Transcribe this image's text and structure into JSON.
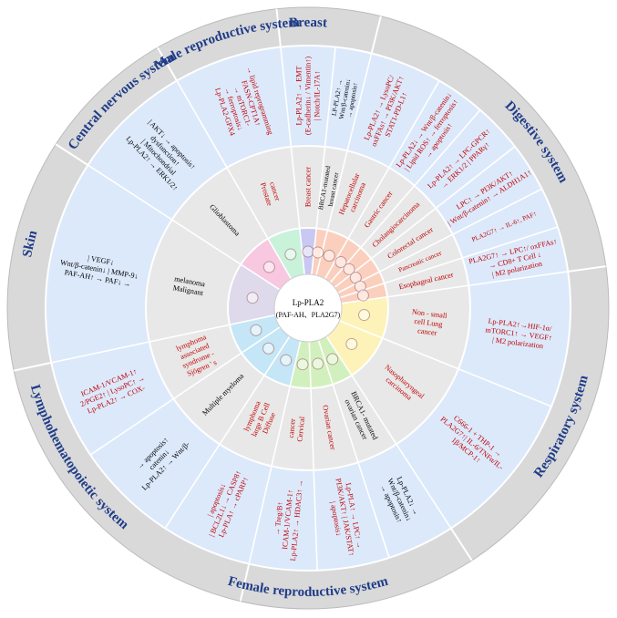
{
  "colors": {
    "outer_ring": "#d9d9d9",
    "mechanism_ring": "#dce9fb",
    "disease_ring": "#e8e8e8",
    "center": "#ffffff",
    "divider": "#ffffff",
    "system_text": "#1f3c88",
    "red_text": "#c00000",
    "black_text": "#000000"
  },
  "center": {
    "line1": "Lp-PLA2",
    "line2": "(PAF-AH、PLA2G7)"
  },
  "systems": [
    {
      "name": "Breast",
      "mid": 0
    },
    {
      "name": "Digestive system",
      "mid": 54
    },
    {
      "name": "Respiratory system",
      "mid": 115
    },
    {
      "name": "Female reproductive system",
      "mid": 180
    },
    {
      "name": "Lymphohematopoietic system",
      "mid": 237
    },
    {
      "name": "Skin",
      "mid": 283
    },
    {
      "name": "Central nervous system",
      "mid": 318
    },
    {
      "name": "Male reproductive system",
      "mid": 343
    }
  ],
  "sectors": [
    {
      "disease": [
        "Breast cancer"
      ],
      "disease_color": "red",
      "mechanism": [
        "Lp-PLA2↑ → EMT",
        "(E-cadherin↓ / Vimentin↑)",
        "| Notch/IL-17A↑"
      ],
      "mech_color": "red",
      "fill": "#c9c8f2",
      "start": 354,
      "end": 6
    },
    {
      "disease": [
        "BRCA1-mutated",
        "breast cancer"
      ],
      "disease_color": "black",
      "mechanism": [
        "LP-PLA2↑ →",
        "Wnt/β-catenin↓",
        "→ apoptosis↑"
      ],
      "mech_color": "black",
      "fill": "#fbcfbd",
      "start": 6,
      "end": 14
    },
    {
      "disease": [
        "Hepatocellular",
        "carcinoma"
      ],
      "disease_color": "red",
      "mechanism": [
        "Lp-PLA2↑ → LysoPC/",
        "oxFFAs↑ → PI3K/AKT↑",
        "STAT1-PD-L1↑"
      ],
      "mech_color": "red",
      "fill": "#fbcfbd",
      "start": 14,
      "end": 30
    },
    {
      "disease": [
        "Gastric cancer"
      ],
      "disease_color": "red",
      "mechanism": [
        "Lp-PLA2↓ → Wnt/β-catenin↓",
        "| Lipid ROS↑ → ferroptosis↑",
        "→ apoptosis↑"
      ],
      "mech_color": "red",
      "fill": "#fbcfbd",
      "start": 30,
      "end": 41
    },
    {
      "disease": [
        "Cholangiocarcinoma"
      ],
      "disease_color": "red",
      "mechanism": [
        "Lp-PLA2↑ → LPC-GPCR↑",
        "→ ERK1/2 | PPARγ↑"
      ],
      "mech_color": "red",
      "fill": "#fbcfbd",
      "start": 41,
      "end": 52
    },
    {
      "disease": [
        "Colorectal cancer"
      ],
      "disease_color": "red",
      "mechanism": [
        "LPC↑ → PI3K/AKT↑",
        "| Wnt/β-catenin↑ → ALDH1A1↑"
      ],
      "mech_color": "red",
      "fill": "#fbcfbd",
      "start": 52,
      "end": 63
    },
    {
      "disease": [
        "Pancreatic cancer"
      ],
      "disease_color": "red",
      "mechanism": [
        "PLA2G7↑ → IL-6↑, PAF↑"
      ],
      "mech_color": "red",
      "fill": "#fbcfbd",
      "start": 63,
      "end": 72
    },
    {
      "disease": [
        "Esophageal cancer"
      ],
      "disease_color": "red",
      "mechanism": [
        "PLA2G7↑ → LPC↑/ oxFFAs↑",
        "→ CD8+ T Cell ↓",
        "| M2 polarization"
      ],
      "mech_color": "red",
      "fill": "#fbcfbd",
      "start": 72,
      "end": 82
    },
    {
      "disease": [
        "Non - small",
        "cell Lung",
        "cancer"
      ],
      "disease_color": "red",
      "mechanism": [
        "Lp-PLA2↑→HIF-1α/",
        "mTORC1↑ → VEGF↑",
        "| M2 polarization"
      ],
      "mech_color": "red",
      "fill": "#fdf3b8",
      "start": 82,
      "end": 112
    },
    {
      "disease": [
        "Nasopharyngeal",
        "carcinoma"
      ],
      "disease_color": "red",
      "mechanism": [
        "C666-1 + THP-1 →",
        "PLA2G7↑| IL-6/TNFα/IL-",
        "1β/MCP-1↑"
      ],
      "mech_color": "red",
      "fill": "#fdf3b8",
      "start": 112,
      "end": 147
    },
    {
      "disease": [
        "BRCA1- mutated",
        "ovarian cancer"
      ],
      "disease_color": "black",
      "mechanism": [
        "Lp-PLA2↓ →",
        "Wnt/β-catenin↓",
        "→ apoptosis↑"
      ],
      "mech_color": "black",
      "fill": "#d2f0bd",
      "start": 147,
      "end": 162
    },
    {
      "disease": [
        "Ovarian cancer"
      ],
      "disease_color": "red",
      "mechanism": [
        "Lp-PLA↑ → LPC↑ →",
        "PI3K/AKT↑ | JAK/STAT↑",
        "| apoptosis↓"
      ],
      "mech_color": "red",
      "fill": "#d2f0bd",
      "start": 162,
      "end": 178
    },
    {
      "disease": [
        "Cervical",
        "cancer"
      ],
      "disease_color": "red",
      "mechanism": [
        "Lp-PLA2↑ → HDAC3↑ →",
        "ICAM-1/VCAM-1↑",
        "→ Treg/B↑"
      ],
      "mech_color": "red",
      "fill": "#d2f0bd",
      "start": 178,
      "end": 193
    },
    {
      "disease": [
        "Diffuse",
        "large B  Cell",
        "lymphoma"
      ],
      "disease_color": "red",
      "mechanism": [
        "Lp-PLA↑ → cPARP↑",
        "| BCL2L1↓ → CASP8↑",
        "| apoptosis↓"
      ],
      "mech_color": "red",
      "fill": "#c4e6f7",
      "start": 193,
      "end": 213
    },
    {
      "disease": [
        "Multiple myeloma"
      ],
      "disease_color": "black",
      "mechanism": [
        "Lp-PLA2↑ → Wnt/β-",
        "catenin↓",
        "→ apoptosis↑"
      ],
      "mech_color": "black",
      "fill": "#c4e6f7",
      "start": 213,
      "end": 236
    },
    {
      "disease": [
        "Sjögren ' s",
        "syndrome -",
        "associated",
        "lymphoma"
      ],
      "disease_color": "red",
      "mechanism": [
        "Lp-PLA2↑ → COX-",
        "2/PGE2↑ | LysoPC↑ →",
        "ICAM-1/VCAM-1↑"
      ],
      "mech_color": "red",
      "fill": "#c4e6f7",
      "start": 236,
      "end": 258
    },
    {
      "disease": [
        "Malignant",
        "melanoma"
      ],
      "disease_color": "black",
      "mechanism": [
        "PAF-AH↑ → PAF↓ →",
        "Wnt/β-catenin↓ | MMP-9↓",
        "| VEGF↓"
      ],
      "mech_color": "black",
      "fill": "#dfd9ec",
      "start": 258,
      "end": 303
    },
    {
      "disease": [
        "Glioblastoma"
      ],
      "disease_color": "black",
      "mechanism": [
        "Lp-PLA2↑ → ERK1/2↑",
        "| Mitochondrial",
        "dysfunction↑",
        "| AKT↓ → apoptosis↑"
      ],
      "mech_color": "black",
      "fill": "#f8c7e0",
      "start": 303,
      "end": 330
    },
    {
      "disease": [
        "Prostate",
        "cancer"
      ],
      "disease_color": "red",
      "mechanism": [
        "Lp-PLA2-GPX4",
        "→ ferroptosis↓",
        "→ mTORC1-",
        "FASN-CPT1A↑",
        "→ lipid reprogramming"
      ],
      "mech_color": "red",
      "fill": "#c8f2da",
      "start": 330,
      "end": 354
    }
  ]
}
